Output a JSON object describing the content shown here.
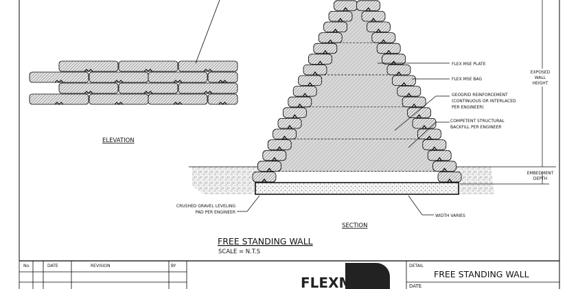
{
  "labels": {
    "flex_mse_plate": "FLEX MSE PLATE",
    "flex_mse_bag": "FLEX MSE BAG",
    "geogrid_1": "GEOGRID REINFORCEMENT",
    "geogrid_2": "(CONTINUOUS OR INTERLACED",
    "geogrid_3": "PER ENGINEER)",
    "backfill_1": "COMPETENT STRUCTURAL",
    "backfill_2": "BACKFILL PER ENGINEER",
    "exposed_1": "EXPOSED",
    "exposed_2": "WALL",
    "exposed_3": "HEIGHT",
    "embed_1": "EMBEDMENT",
    "embed_2": "DEPTH",
    "gravel_1": "CRUSHED GRAVEL LEVELING",
    "gravel_2": "PAD PER ENGINEER",
    "width_varies": "WIDTH VARIES",
    "elevation": "ELEVATION",
    "section": "SECTION"
  },
  "title": {
    "main": "FREE STANDING WALL",
    "scale": "SCALE = N.T.S"
  },
  "title_block": {
    "columns": [
      "No.",
      "DATE",
      "REVISION",
      "BY"
    ],
    "logo": "FLEXMSE",
    "detail_label": "DETAIL",
    "detail_value": "FREE STANDING WALL",
    "date_label": "DATE"
  }
}
